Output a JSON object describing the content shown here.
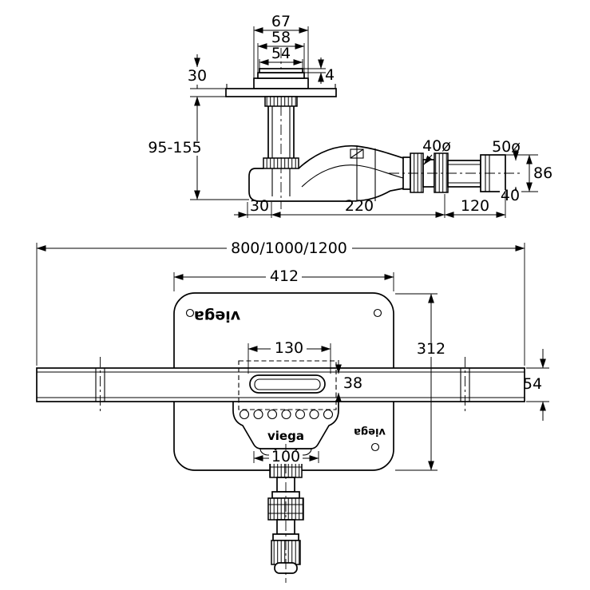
{
  "side_view": {
    "dim_67": "67",
    "dim_58": "58",
    "dim_54": "54",
    "dim_4": "4",
    "dim_30_top": "30",
    "dim_95_155": "95-155",
    "dim_40_dia": "40ø",
    "dim_50_dia": "50ø",
    "dim_86": "86",
    "dim_40": "40",
    "dim_30_bottom": "30",
    "dim_220": "220",
    "dim_120": "120"
  },
  "plan_view": {
    "dim_total": "800/1000/1200",
    "dim_412": "412",
    "dim_130": "130",
    "dim_312": "312",
    "dim_38": "38",
    "dim_54": "54",
    "dim_100": "100",
    "logo_top": "viega",
    "logo_center": "viega",
    "logo_side": "viega"
  }
}
